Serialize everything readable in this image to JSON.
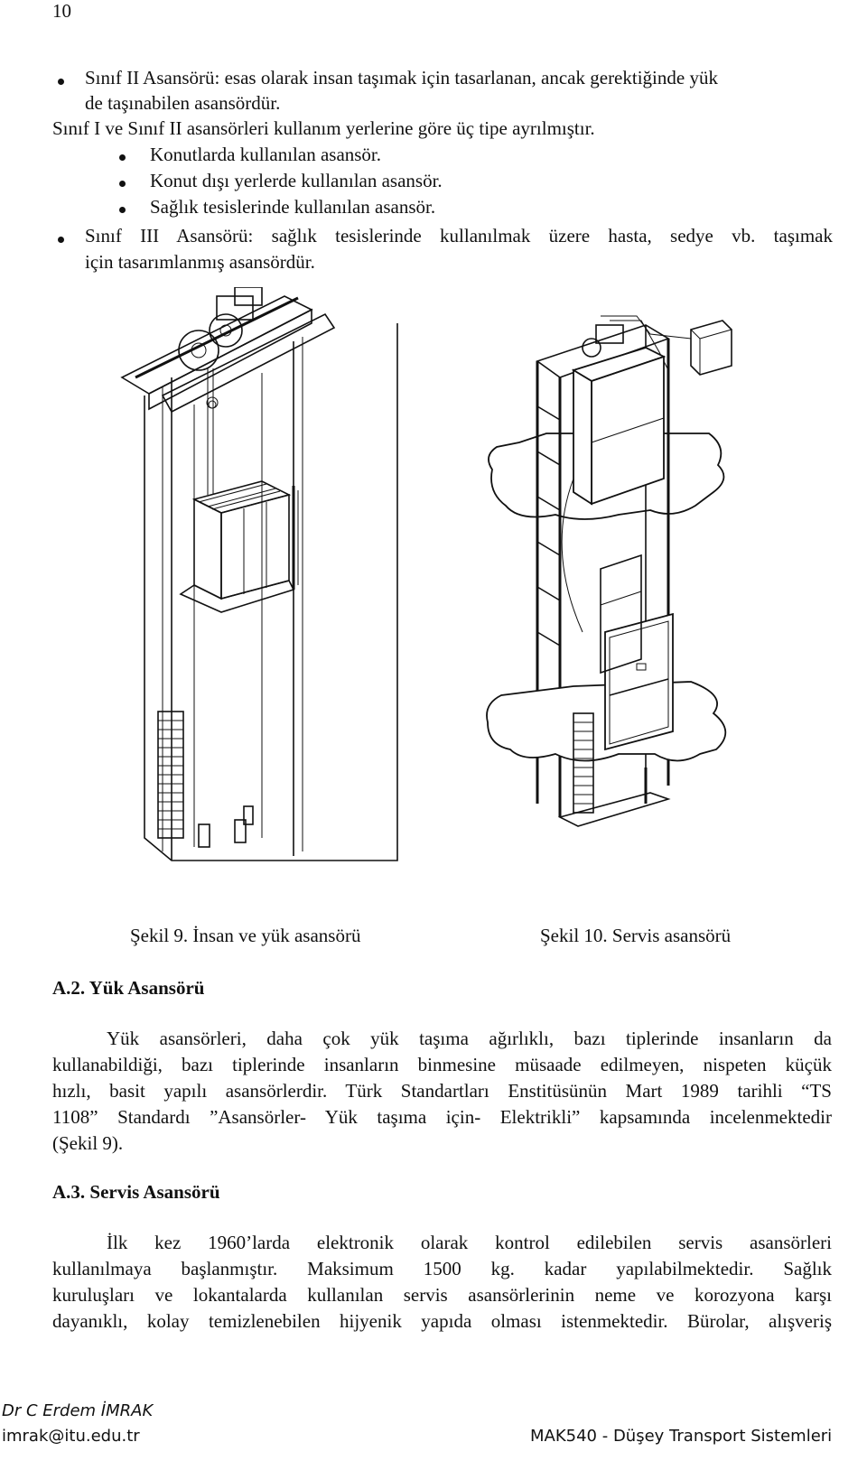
{
  "page_number": "10",
  "list1": [
    {
      "line1": "Sınıf II Asansörü: esas olarak insan taşımak için tasarlanan, ancak gerektiğinde yük",
      "line2": "de taşınabilen asansördür."
    }
  ],
  "intro_line": "Sınıf I ve Sınıf II asansörleri kullanım yerlerine göre üç tipe ayrılmıştır.",
  "sublist": [
    "Konutlarda kullanılan asansör.",
    "Konut dışı yerlerde  kullanılan asansör.",
    "Sağlık tesislerinde kullanılan asansör."
  ],
  "list2": {
    "line1": "Sınıf III Asansörü: sağlık tesislerinde kullanılmak üzere hasta, sedye vb. taşımak",
    "line2": "için tasarımlanmış asansördür."
  },
  "figures": {
    "fig9_caption": "Şekil 9. İnsan ve yük asansörü",
    "fig10_caption": "Şekil 10. Servis asansörü"
  },
  "section_a2": {
    "heading": "A.2. Yük Asansörü",
    "lines": [
      "Yük asansörleri, daha çok yük taşıma ağırlıklı, bazı tiplerinde insanların da",
      "kullanabildiği, bazı tiplerinde insanların binmesine müsaade edilmeyen, nispeten küçük",
      "hızlı, basit yapılı asansörlerdir. Türk Standartları Enstitüsünün Mart 1989 tarihli “TS",
      "1108” Standardı ”Asansörler- Yük taşıma için- Elektrikli” kapsamında incelenmektedir",
      "(Şekil 9)."
    ]
  },
  "section_a3": {
    "heading": "A.3. Servis Asansörü",
    "lines": [
      "İlk kez 1960’larda elektronik olarak kontrol edilebilen servis asansörleri",
      "kullanılmaya başlanmıştır. Maksimum 1500 kg. kadar yapılabilmektedir. Sağlık",
      "kuruluşları ve lokantalarda kullanılan servis asansörlerinin neme ve korozyona karşı",
      "dayanıklı, kolay temizlenebilen hijyenik yapıda olması istenmektedir. Bürolar, alışveriş"
    ]
  },
  "footer": {
    "author": "Dr C Erdem İMRAK",
    "email": "imrak@itu.edu.tr",
    "course": "MAK540 - Düşey Transport Sistemleri"
  }
}
